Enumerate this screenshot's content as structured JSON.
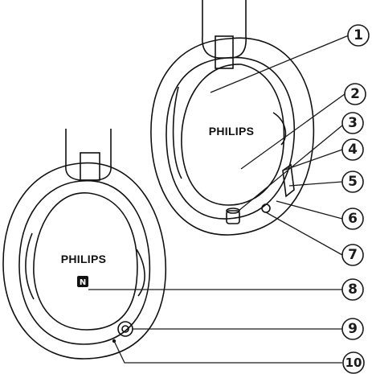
{
  "product": {
    "brand_right": "PHILIPS",
    "brand_left": "PHILIPS",
    "nfc_symbol": "N"
  },
  "callouts": [
    {
      "number": "1"
    },
    {
      "number": "2"
    },
    {
      "number": "3"
    },
    {
      "number": "4"
    },
    {
      "number": "5"
    },
    {
      "number": "6"
    },
    {
      "number": "7"
    },
    {
      "number": "8"
    },
    {
      "number": "9"
    },
    {
      "number": "10"
    }
  ],
  "colors": {
    "outline": "#111111",
    "background": "#ffffff"
  }
}
